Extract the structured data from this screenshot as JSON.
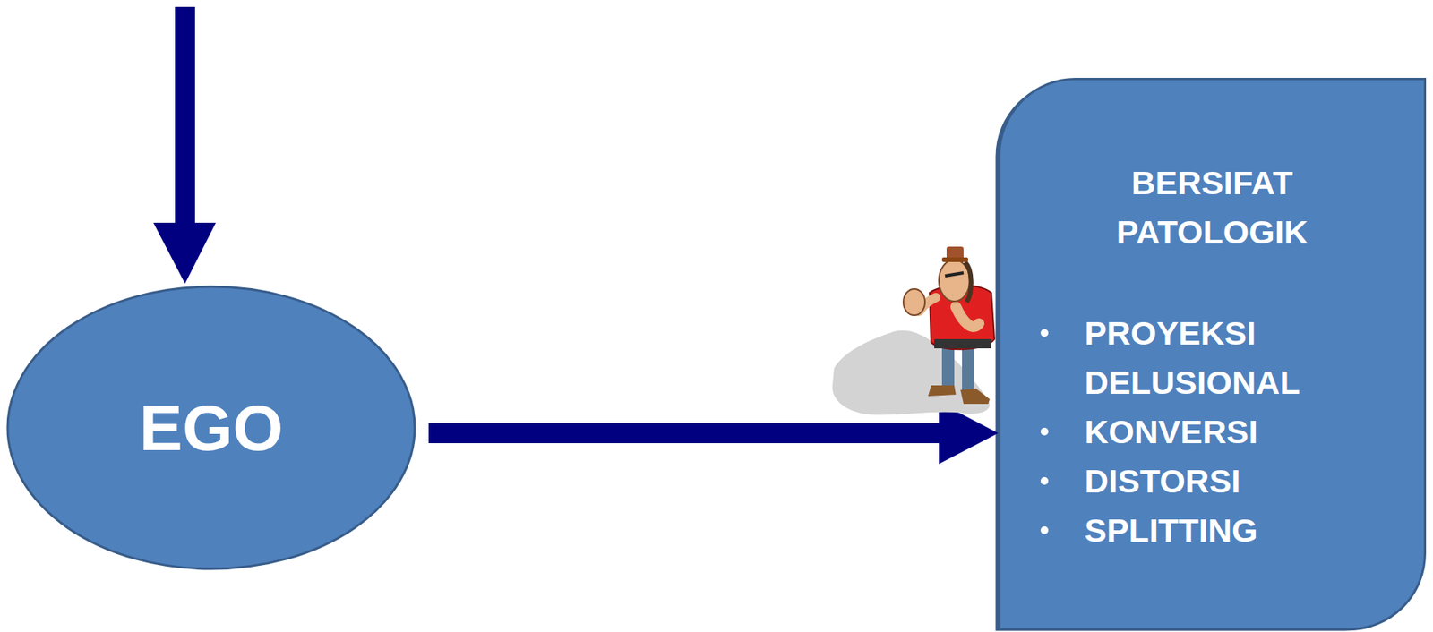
{
  "diagram": {
    "nodes": [
      {
        "text": [
          "EGO"
        ]
      },
      {
        "text": [
          "BERSIFAT PATOLOGIK",
          "PROYEKSI DELUSIONAL",
          "KONVERSI",
          "DISTORSI",
          "SPLITTING"
        ]
      }
    ],
    "edges": [
      {
        "from": 0,
        "to": 1,
        "arrow": "to"
      }
    ]
  }
}
